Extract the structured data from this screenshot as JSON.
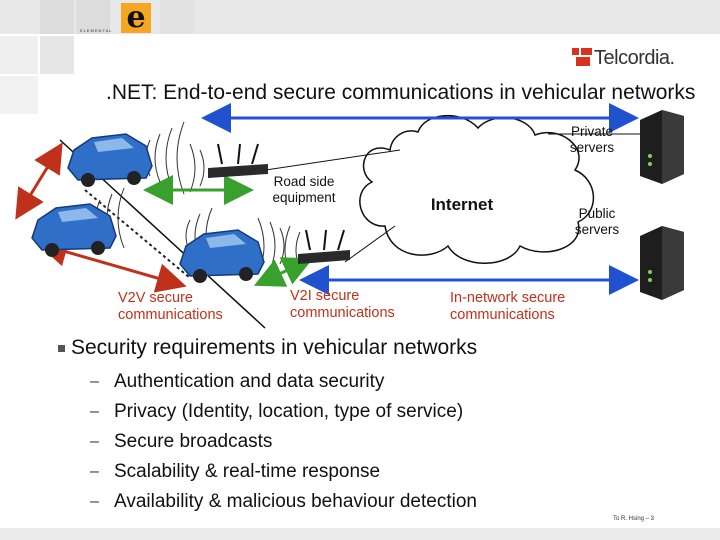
{
  "brand": {
    "logo_letter": "e",
    "logo_caption": "ELEMENTAL",
    "company": "Telcordia."
  },
  "title": ".NET: End-to-end secure communications in vehicular networks",
  "diagram": {
    "private_servers": "Private servers",
    "public_servers": "Public servers",
    "internet": "Internet",
    "road_side_equipment": "Road side equipment",
    "v2v": "V2V secure communications",
    "v2i": "V2I secure communications",
    "in_network": "In-network secure communications"
  },
  "bullets": {
    "heading": "Security requirements in vehicular networks",
    "items": [
      "Authentication and data security",
      "Privacy (Identity, location, type of service)",
      "Secure broadcasts",
      "Scalability & real-time response",
      "Availability & malicious behaviour detection"
    ]
  },
  "footer": "To R. Hsing – 3",
  "colors": {
    "car": "#2f6fc8",
    "v2v_arrow": "#c0311b",
    "v2i_arrow": "#3aa02d",
    "in_network_arrow": "#2052d0",
    "logo": "#f5a623"
  }
}
